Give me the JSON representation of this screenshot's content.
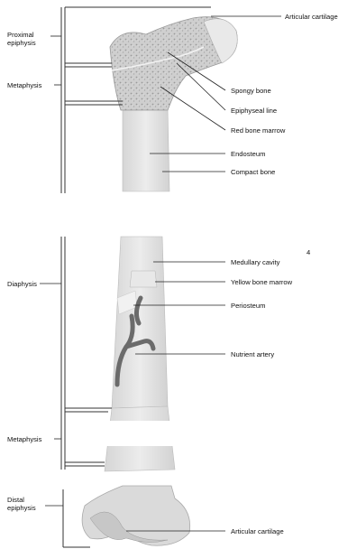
{
  "diagram": {
    "left_labels": {
      "proximal_epiphysis": [
        "Proximal",
        "epiphysis"
      ],
      "metaphysis_top": "Metaphysis",
      "diaphysis": "Diaphysis",
      "metaphysis_bottom": "Metaphysis",
      "distal_epiphysis": [
        "Distal",
        "epiphysis"
      ]
    },
    "right_labels": {
      "articular_cartilage_top": "Articular cartilage",
      "spongy_bone": "Spongy bone",
      "epiphyseal_line": "Epiphyseal line",
      "red_bone_marrow": "Red bone marrow",
      "endosteum": "Endosteum",
      "compact_bone": "Compact bone",
      "medullary_cavity": "Medullary cavity",
      "marker_4": "4",
      "yellow_bone_marrow": "Yellow bone marrow",
      "periosteum": "Periosteum",
      "nutrient_artery": "Nutrient artery",
      "articular_cartilage_bottom": "Articular cartilage"
    }
  }
}
